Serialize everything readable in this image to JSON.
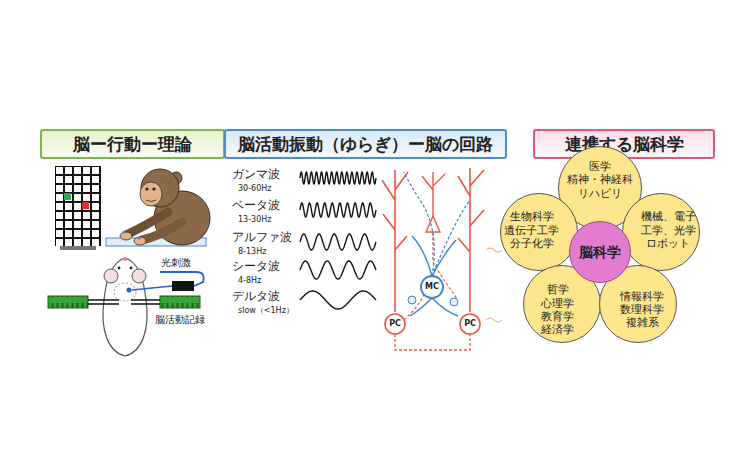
{
  "diagram": {
    "nodes": [
      {
        "text": [
          "脳ー行動ー理論"
        ]
      },
      {
        "text": [
          "脳活動振動（ゆらぎ）ー脳の回路"
        ]
      },
      {
        "text": [
          "連携する脳科学"
        ]
      },
      {
        "text": [
          "医学 精神・神経科 リハビリ"
        ]
      },
      {
        "text": [
          "生物科学 遺伝子工学 分子化学"
        ]
      },
      {
        "text": [
          "機械、電子 工学、光学 ロボット"
        ]
      },
      {
        "text": [
          "脳科学"
        ]
      },
      {
        "text": [
          "哲学 心理学 教育学 経済学"
        ]
      },
      {
        "text": [
          "情報科学 数理科学 複雑系"
        ]
      }
    ],
    "labels": [
      "光刺激",
      "脳活動記録",
      "ガンマ波",
      "30-60Hz",
      "ベータ波",
      "13-30Hz",
      "アルファ波",
      "8-13Hz",
      "シータ波",
      "4-8Hz",
      "デルタ波",
      "slow（<1Hz）",
      "PC",
      "MC",
      "PC"
    ]
  }
}
